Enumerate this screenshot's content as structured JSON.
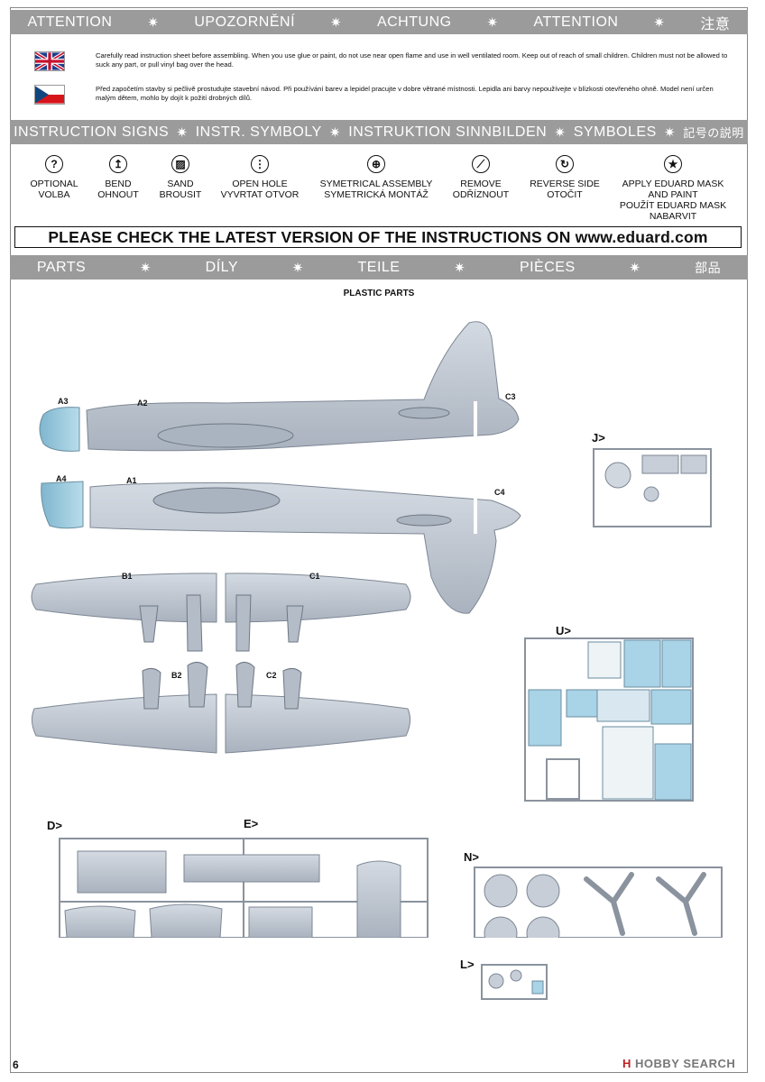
{
  "header_bar": {
    "items": [
      "ATTENTION",
      "UPOZORNĚNÍ",
      "ACHTUNG",
      "ATTENTION",
      "注意"
    ],
    "separator": "✷"
  },
  "warnings": {
    "en": "Carefully read instruction sheet before assembling. When you use glue or paint, do not use near open flame and use in well ventilated room. Keep out of reach of small children. Children must not be allowed to suck any part, or pull vinyl bag over the head.",
    "cz": "Před započetím stavby si pečlivě prostudujte stavební návod. Při používání barev a lepidel pracujte v dobre větrané místnosti. Lepidla ani barvy nepoužívejte v blízkosti otevřeného ohně. Model není určen malým dětem, mohlo by dojít k požití drobných dílů."
  },
  "signs_bar": {
    "items": [
      "INSTRUCTION SIGNS",
      "INSTR. SYMBOLY",
      "INSTRUKTION SINNBILDEN",
      "SYMBOLES",
      "記号の説明"
    ],
    "separator": "✷"
  },
  "signs": [
    {
      "icon": "question-icon",
      "glyph": "?",
      "line1": "OPTIONAL",
      "line2": "VOLBA"
    },
    {
      "icon": "bend-icon",
      "glyph": "↥",
      "line1": "BEND",
      "line2": "OHNOUT"
    },
    {
      "icon": "sand-icon",
      "glyph": "▨",
      "line1": "SAND",
      "line2": "BROUSIT"
    },
    {
      "icon": "open-hole-icon",
      "glyph": "⋮",
      "line1": "OPEN HOLE",
      "line2": "VYVRTAT OTVOR"
    },
    {
      "icon": "symmetrical-assembly-icon",
      "glyph": "⊕",
      "line1": "SYMETRICAL ASSEMBLY",
      "line2": "SYMETRICKÁ MONTÁŽ"
    },
    {
      "icon": "remove-icon",
      "glyph": "⟋",
      "line1": "REMOVE",
      "line2": "ODŘÍZNOUT"
    },
    {
      "icon": "reverse-side-icon",
      "glyph": "↻",
      "line1": "REVERSE SIDE",
      "line2": "OTOČIT"
    },
    {
      "icon": "mask-icon",
      "glyph": "★",
      "line1": "APPLY EDUARD MASK",
      "line2": "AND PAINT",
      "line3": "POUŽÍT EDUARD MASK",
      "line4": "NABARVIT"
    }
  ],
  "check_notice": "PLEASE CHECK THE LATEST VERSION OF THE INSTRUCTIONS ON www.eduard.com",
  "parts_bar": {
    "items": [
      "PARTS",
      "DÍLY",
      "TEILE",
      "PIÈCES",
      "部品"
    ],
    "separator": "✷"
  },
  "plastic_parts_title": "PLASTIC PARTS",
  "part_labels": {
    "a3": "A3",
    "a2": "A2",
    "c3": "C3",
    "a4": "A4",
    "a1": "A1",
    "c4": "C4",
    "b1": "B1",
    "c1": "C1",
    "b2": "B2",
    "c2": "C2"
  },
  "sprue_labels": {
    "j": "J>",
    "u": "U>",
    "d": "D>",
    "e": "E>",
    "n": "N>",
    "l": "L>"
  },
  "page_number": "6",
  "watermark": {
    "prefix": "H",
    "logo": "HOBBY SEARCH"
  },
  "colors": {
    "bar": "#9b9b9b",
    "plastic": "#bcc4cf",
    "clear": "#a9d3e6"
  }
}
